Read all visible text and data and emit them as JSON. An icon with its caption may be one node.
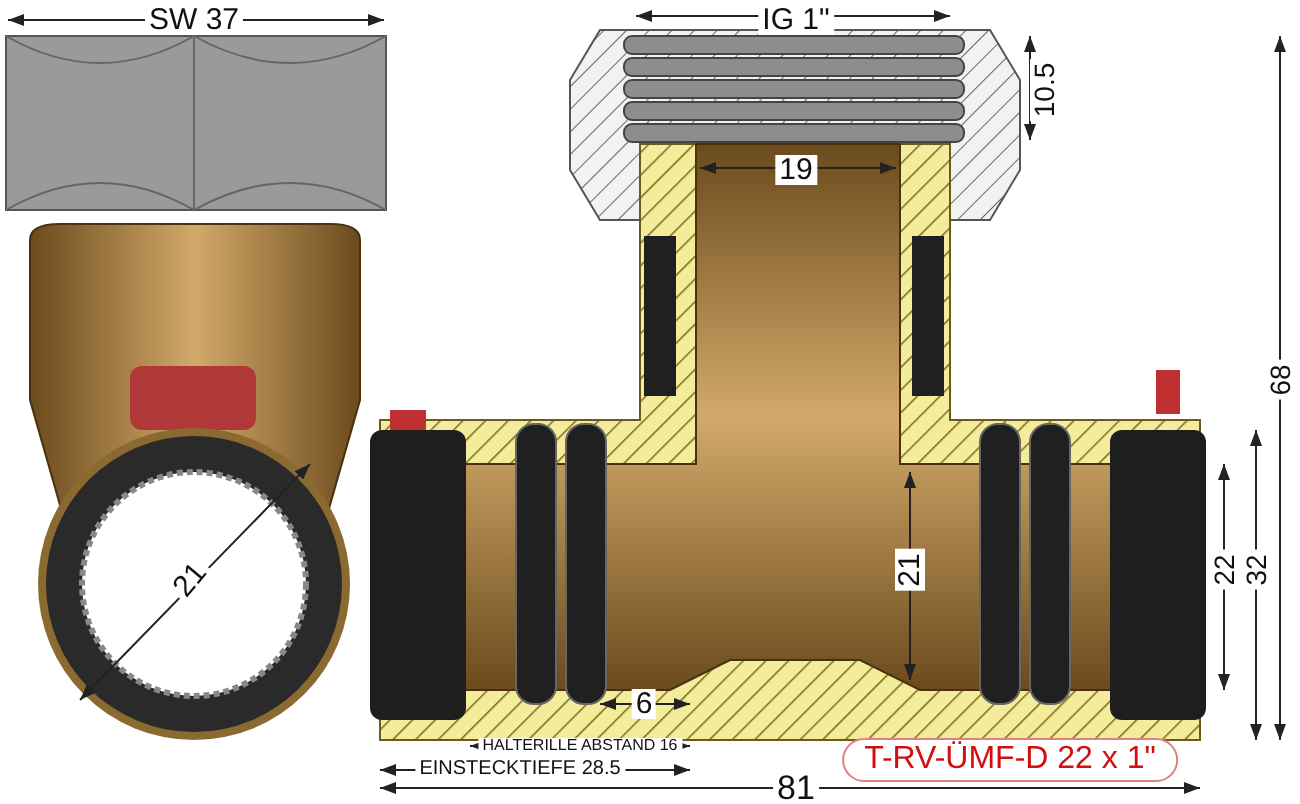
{
  "diagram": {
    "labels": [
      "SW 37",
      "21",
      "IG 1\"",
      "10.5",
      "19",
      "68",
      "21",
      "22",
      "32",
      "6",
      "HALTERILLE ABSTAND 16",
      "EINSTECKTIEFE 28.5",
      "81",
      "T-RV-ÜMF-D 22 x 1\""
    ]
  }
}
